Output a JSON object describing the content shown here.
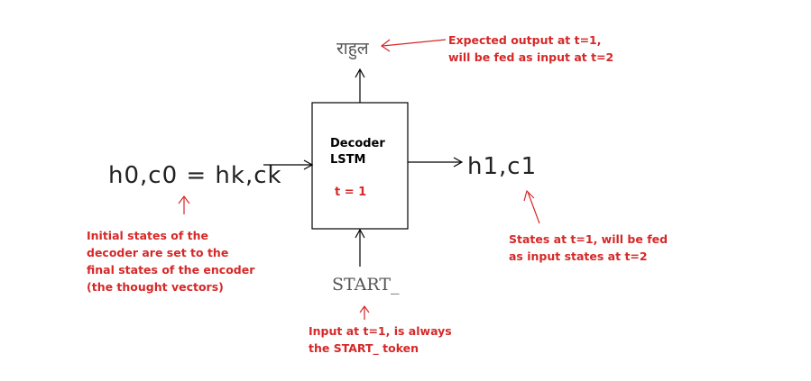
{
  "decoder": {
    "line1": "Decoder",
    "line2": "LSTM",
    "timestep": "t = 1"
  },
  "output_token": "राहुल",
  "input_token": "START_",
  "initial_states": "h0,c0 = hk,ck",
  "next_states": "h1,c1",
  "annotations": {
    "output": [
      "Expected output at t=1,",
      "will be fed as input at t=2"
    ],
    "initial": [
      "Initial states of the",
      "decoder are set to the",
      "final states of the encoder",
      "(the thought vectors)"
    ],
    "states": [
      "States at t=1, will be fed",
      "as input states at t=2"
    ],
    "input": [
      "Input at t=1, is always",
      "the START_ token"
    ]
  },
  "colors": {
    "annotation": "#d62828",
    "ink": "#000000",
    "token": "#555555"
  }
}
